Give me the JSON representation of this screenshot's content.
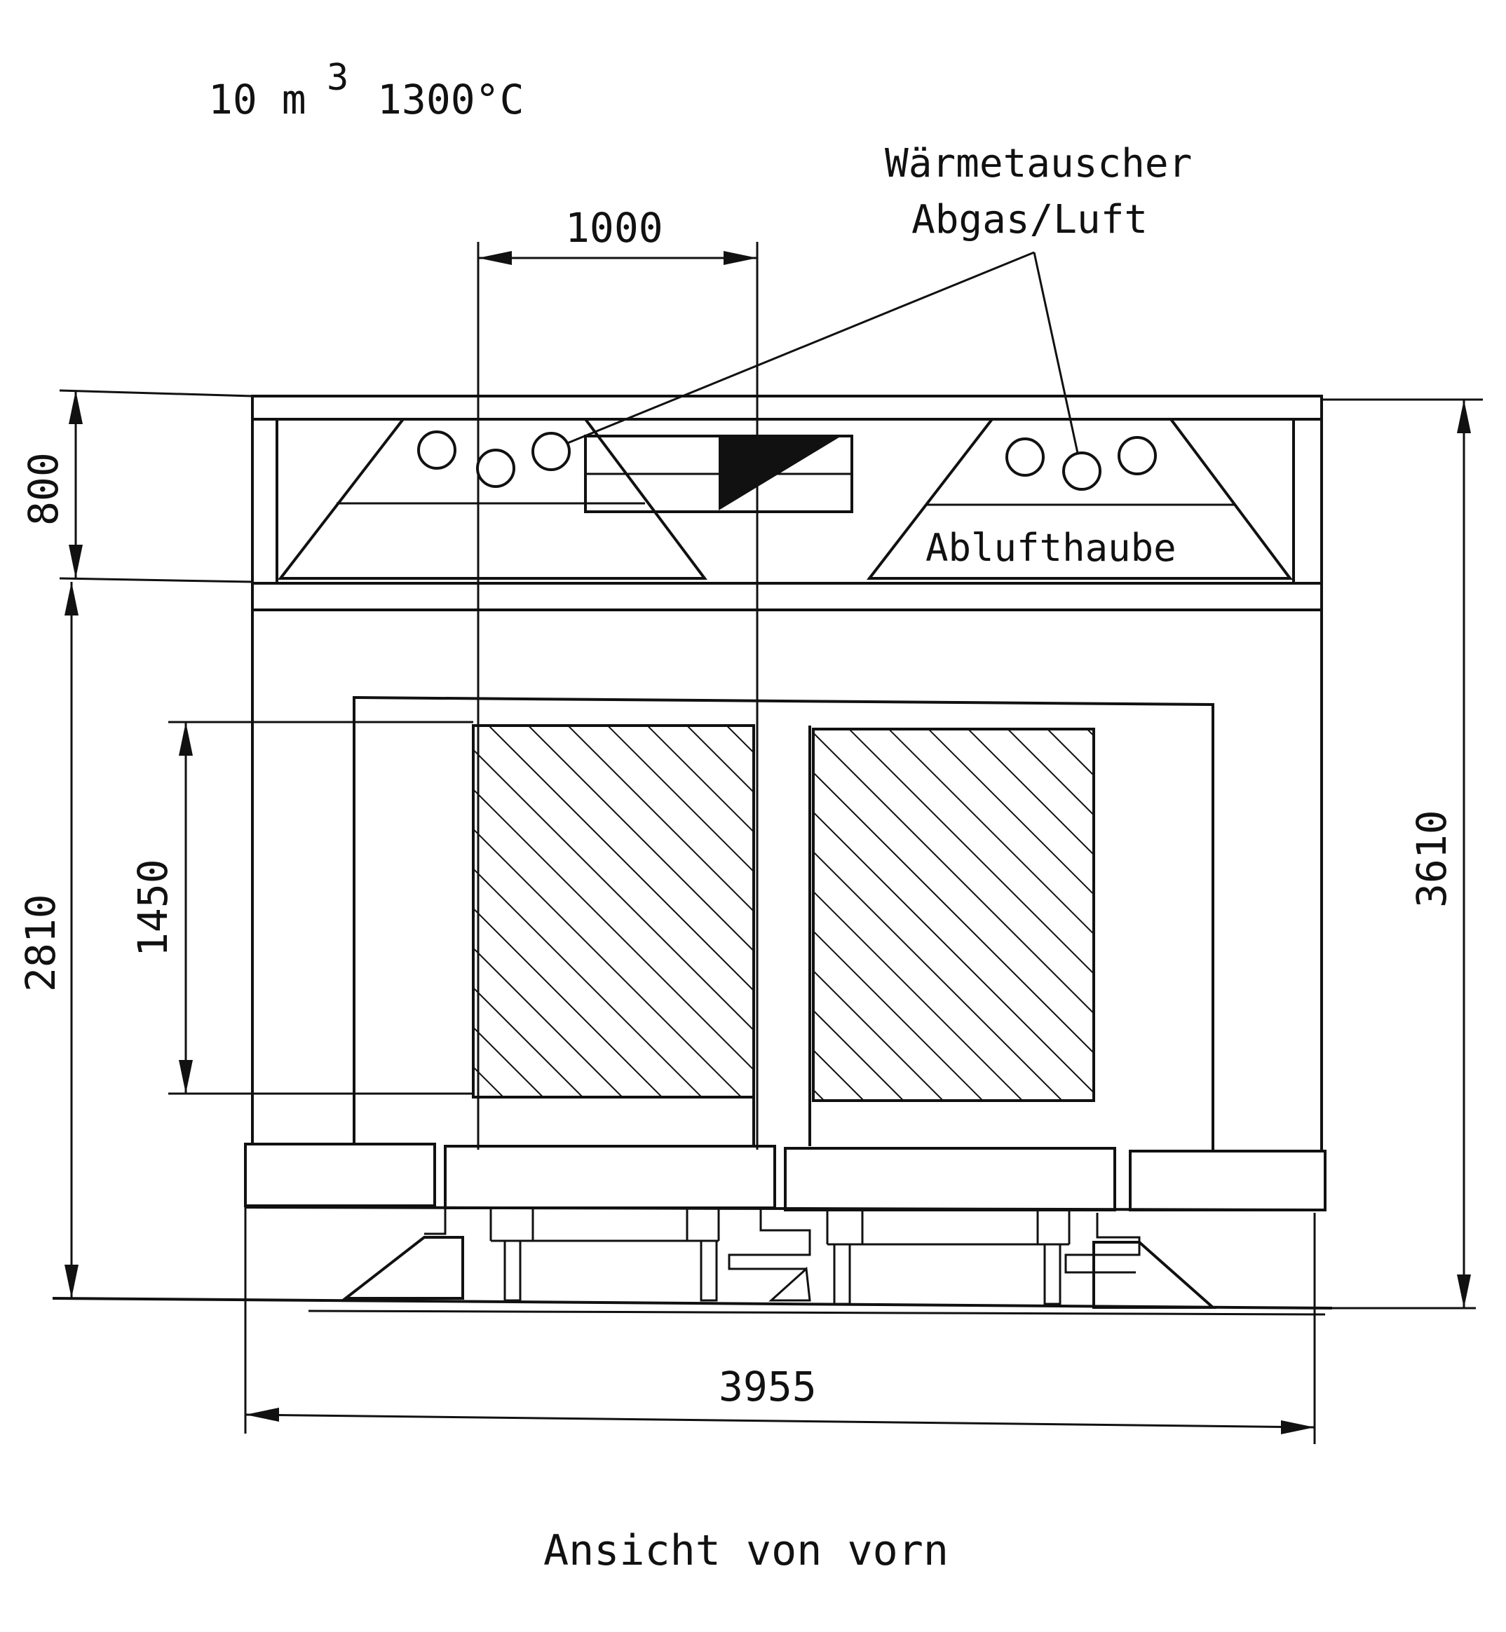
{
  "title": {
    "volume": "10 m",
    "exponent": "3",
    "temperature": "1300°C"
  },
  "labels": {
    "heat_exchanger_line1": "Wärmetauscher",
    "heat_exchanger_line2": "Abgas/Luft",
    "exhaust_hood": "Ablufthaube",
    "view_caption": "Ansicht von vorn"
  },
  "dimensions": {
    "top_width": "1000",
    "hood_height": "800",
    "body_height": "2810",
    "chamber_height": "1450",
    "total_height": "3610",
    "total_width": "3955"
  },
  "colors": {
    "ink": "#111111",
    "paper": "#ffffff"
  }
}
